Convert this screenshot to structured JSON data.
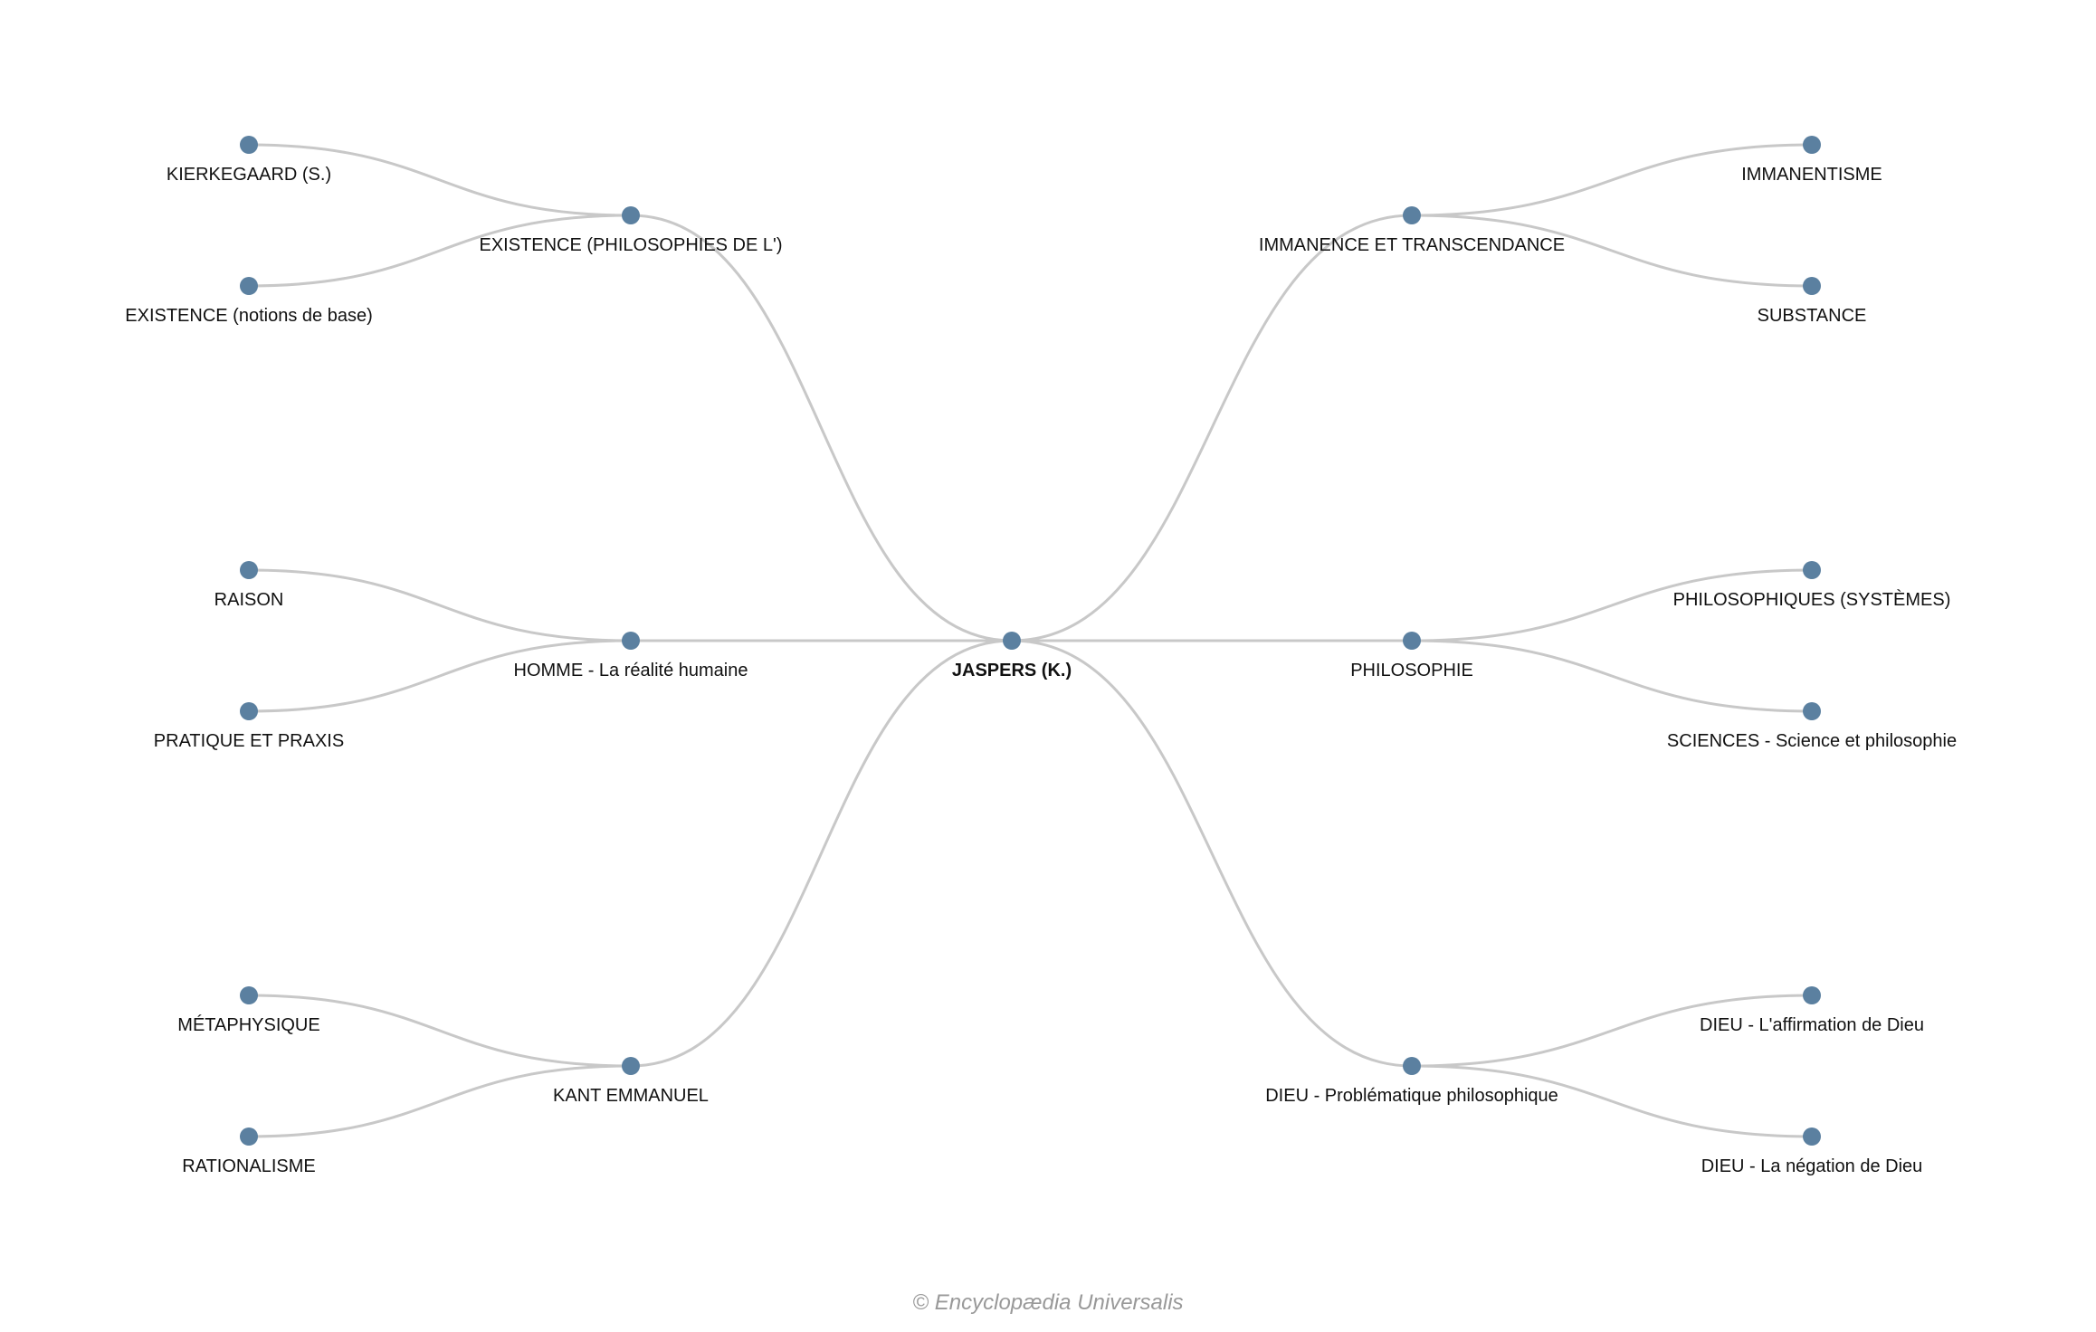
{
  "colors": {
    "node": "#5b80a0",
    "edge": "#c8c8c8",
    "label": "#111111",
    "footer": "#999999"
  },
  "root": {
    "label": "JASPERS (K.)",
    "children": [
      {
        "label": "EXISTENCE (PHILOSOPHIES DE L')",
        "side": "left",
        "children": [
          {
            "label": "KIERKEGAARD (S.)"
          },
          {
            "label": "EXISTENCE (notions de base)"
          }
        ]
      },
      {
        "label": "HOMME - La réalité humaine",
        "side": "left",
        "children": [
          {
            "label": "RAISON"
          },
          {
            "label": "PRATIQUE ET PRAXIS"
          }
        ]
      },
      {
        "label": "KANT EMMANUEL",
        "side": "left",
        "children": [
          {
            "label": "MÉTAPHYSIQUE"
          },
          {
            "label": "RATIONALISME"
          }
        ]
      },
      {
        "label": "IMMANENCE ET TRANSCENDANCE",
        "side": "right",
        "children": [
          {
            "label": "IMMANENTISME"
          },
          {
            "label": "SUBSTANCE"
          }
        ]
      },
      {
        "label": "PHILOSOPHIE",
        "side": "right",
        "children": [
          {
            "label": "PHILOSOPHIQUES (SYSTÈMES)"
          },
          {
            "label": "SCIENCES - Science et philosophie"
          }
        ]
      },
      {
        "label": "DIEU - Problématique philosophique",
        "side": "right",
        "children": [
          {
            "label": "DIEU - L'affirmation de Dieu"
          },
          {
            "label": "DIEU - La négation de Dieu"
          }
        ]
      }
    ]
  },
  "footer": {
    "copyright": "© Encyclopædia Universalis"
  }
}
